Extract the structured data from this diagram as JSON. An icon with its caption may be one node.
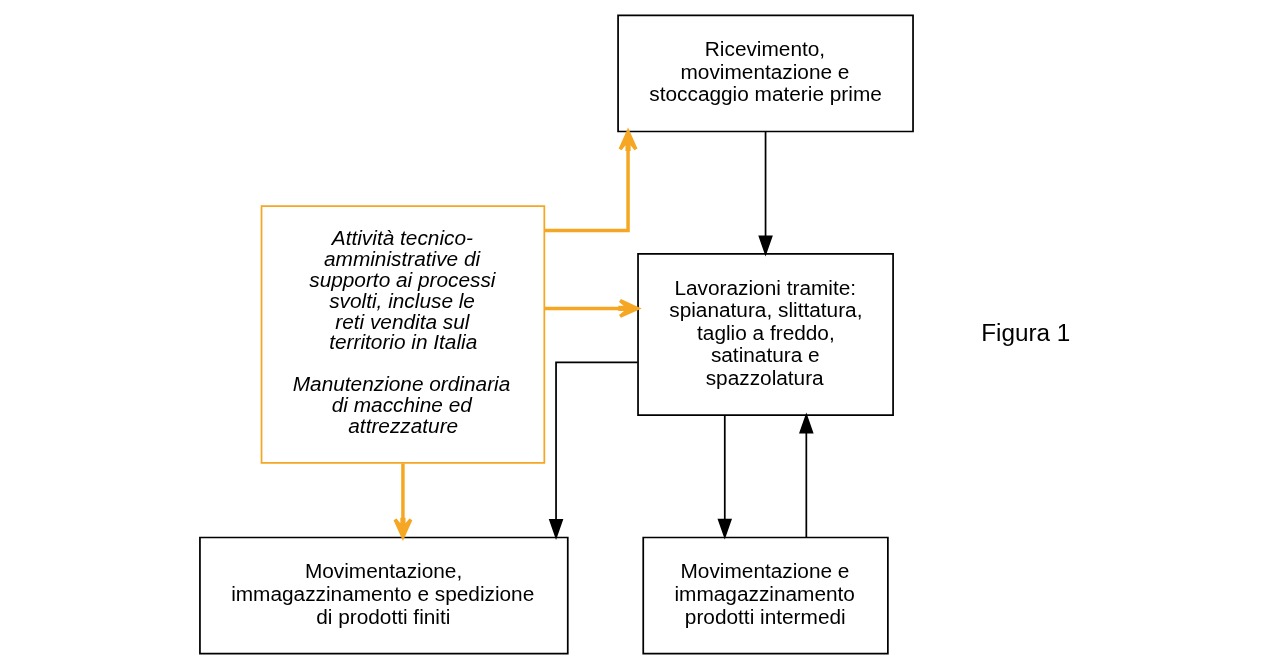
{
  "diagram": {
    "nodes": [
      {
        "text": [
          "Attività tecnico-amministrative di supporto ai processi svolti, incluse le reti vendita sul territorio in Italia",
          "Manutenzione ordinaria di macchine ed attrezzature"
        ]
      },
      {
        "text": [
          "Ricevimento, movimentazione e stoccaggio materie prime"
        ]
      },
      {
        "text": [
          "Lavorazioni tramite: spianatura, slittatura, taglio a freddo, satinatura e spazzolatura"
        ]
      },
      {
        "text": [
          "Movimentazione e immagazzinamento prodotti intermedi"
        ]
      },
      {
        "text": [
          "Movimentazione, immagazzinamento e spedizione di prodotti finiti"
        ]
      }
    ],
    "edges": [
      {
        "from": 0,
        "to": 1,
        "arrow": "to",
        "color": "#f5a623"
      },
      {
        "from": 0,
        "to": 2,
        "arrow": "to",
        "color": "#f5a623"
      },
      {
        "from": 0,
        "to": 4,
        "arrow": "to",
        "color": "#f5a623"
      },
      {
        "from": 1,
        "to": 2,
        "arrow": "to"
      },
      {
        "from": 2,
        "to": 3,
        "arrow": "to"
      },
      {
        "from": 3,
        "to": 2,
        "arrow": "to"
      },
      {
        "from": 2,
        "to": 4,
        "arrow": "to"
      }
    ],
    "labels": [
      "Figura 1"
    ]
  }
}
